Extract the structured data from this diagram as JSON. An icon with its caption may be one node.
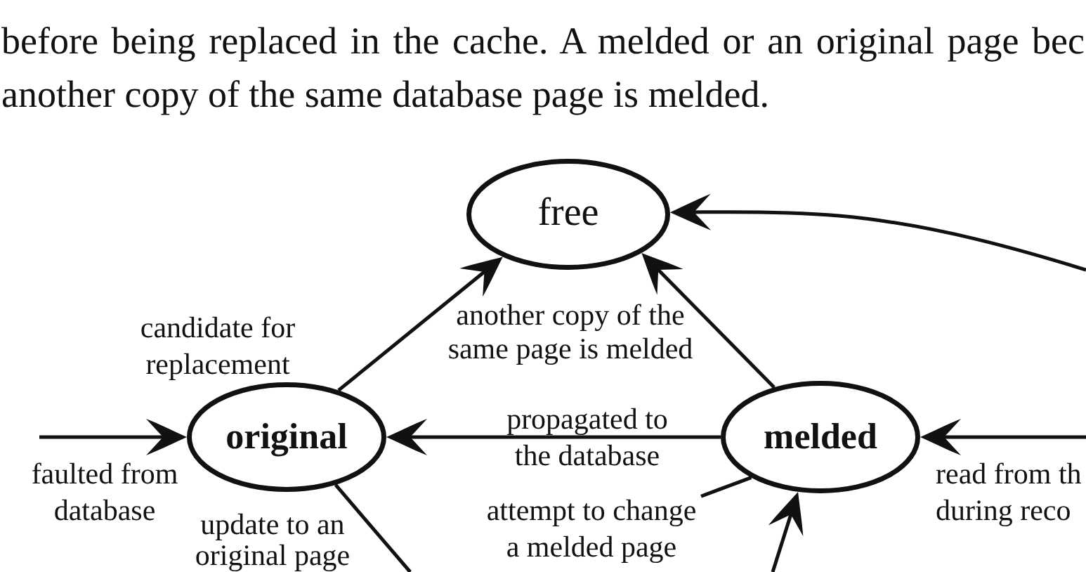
{
  "diagram": {
    "nodes": [
      {
        "text": [
          "free"
        ]
      },
      {
        "text": [
          "original"
        ]
      },
      {
        "text": [
          "melded"
        ]
      },
      {
        "text": [
          "attempt to change a melded page"
        ]
      }
    ],
    "edges": [
      {
        "from": 1,
        "to": 0,
        "arrow": "to",
        "label": "candidate for replacement"
      },
      {
        "from": 2,
        "to": 0,
        "arrow": "to",
        "label": "another copy of the same page is melded"
      },
      {
        "from": null,
        "to": 0,
        "arrow": "to"
      },
      {
        "from": null,
        "to": 1,
        "arrow": "to",
        "label": "faulted from database"
      },
      {
        "from": 2,
        "to": 1,
        "arrow": "to",
        "label": "propagated to the database"
      },
      {
        "from": null,
        "to": 2,
        "arrow": "to",
        "label": "read from th during reco"
      },
      {
        "from": 1,
        "to": null,
        "arrow": "none",
        "label": "update to an original page"
      },
      {
        "from": null,
        "to": 2,
        "arrow": "to"
      },
      {
        "from": 3,
        "to": 2,
        "arrow": "none"
      }
    ],
    "labels": [
      "before being replaced in the cache. A melded or an original page bec",
      "another copy of the same database page is melded."
    ]
  }
}
